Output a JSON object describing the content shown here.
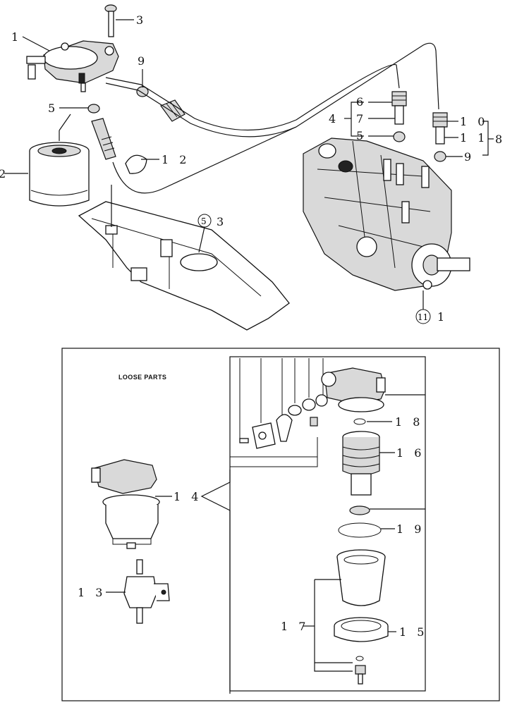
{
  "labels": {
    "l1": "1",
    "l2": "2",
    "l3": "3",
    "l5": "5",
    "l9": "9",
    "l12": "1 2",
    "l6r": "6",
    "l4r": "4",
    "l7r": "7",
    "l5r": "5",
    "l10r": "1 0",
    "l11r": "1 1",
    "l8r": "8",
    "l9r": "9",
    "l53": "3",
    "l111": "1",
    "l14": "1 4",
    "l13": "1 3",
    "l18": "1 8",
    "l16": "1 6",
    "l19": "1 9",
    "l17": "1 7",
    "l15": "1 5"
  },
  "circled": {
    "c5": "5",
    "c11": "11"
  },
  "loose_parts_caption": "LOOSE PARTS"
}
